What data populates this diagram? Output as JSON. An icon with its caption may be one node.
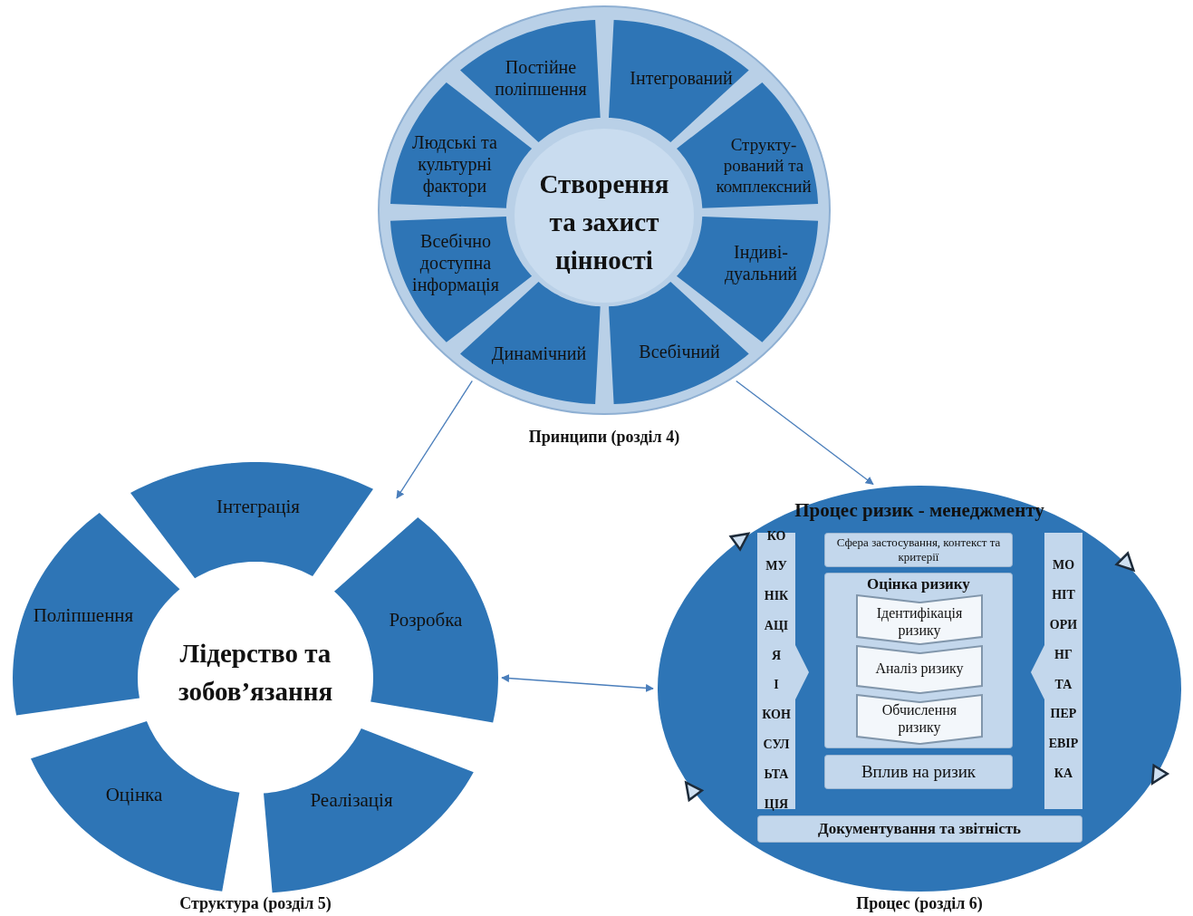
{
  "diagram": {
    "nodes": [
      {
        "text": [
          "Принципи (розділ 4)"
        ]
      },
      {
        "text": [
          "Створення та захист цінності"
        ],
        "in": 0
      },
      {
        "text": [
          "Постійне поліпшення"
        ],
        "in": 0
      },
      {
        "text": [
          "Інтегрований"
        ],
        "in": 0
      },
      {
        "text": [
          "Людські та культурні фактори"
        ],
        "in": 0
      },
      {
        "text": [
          "Структу-рований та комплексний"
        ],
        "in": 0
      },
      {
        "text": [
          "Всебічно доступна інформація"
        ],
        "in": 0
      },
      {
        "text": [
          "Індиві-дуальний"
        ],
        "in": 0
      },
      {
        "text": [
          "Динамічний"
        ],
        "in": 0
      },
      {
        "text": [
          "Всебічний"
        ],
        "in": 0
      },
      {
        "text": [
          "Лідерство та зобов’язання",
          "Структура (розділ 5)"
        ]
      },
      {
        "text": [
          "Інтеграція"
        ],
        "in": 10
      },
      {
        "text": [
          "Поліпшення"
        ],
        "in": 10
      },
      {
        "text": [
          "Розробка"
        ],
        "in": 10
      },
      {
        "text": [
          "Оцінка"
        ],
        "in": 10
      },
      {
        "text": [
          "Реалізація"
        ],
        "in": 10
      },
      {
        "text": [
          "Процес ризик - менеджменту",
          "Процес (розділ 6)"
        ]
      },
      {
        "text": [
          "КО МУ НІК АЦІ Я І КОН СУЛ ЬТА ЦІЯ"
        ],
        "in": 16
      },
      {
        "text": [
          "Сфера застосування, контекст та критерії"
        ],
        "in": 16
      },
      {
        "text": [
          "Оцінка ризику"
        ],
        "in": 16
      },
      {
        "text": [
          "Ідентифікація ризику"
        ],
        "in": 19
      },
      {
        "text": [
          "Аналіз ризику"
        ],
        "in": 19
      },
      {
        "text": [
          "Обчислення ризику"
        ],
        "in": 19
      },
      {
        "text": [
          "Вплив на ризик"
        ],
        "in": 16
      },
      {
        "text": [
          "МО НІТ ОРИ НГ ТА ПЕР ЕВІР КА"
        ],
        "in": 16
      },
      {
        "text": [
          "Документування та звітність"
        ],
        "in": 16
      }
    ],
    "edges": [
      {
        "from": 0,
        "to": 10,
        "arrow": "to"
      },
      {
        "from": 0,
        "to": 16,
        "arrow": "to"
      },
      {
        "from": 10,
        "to": 16,
        "arrow": "both"
      }
    ]
  }
}
